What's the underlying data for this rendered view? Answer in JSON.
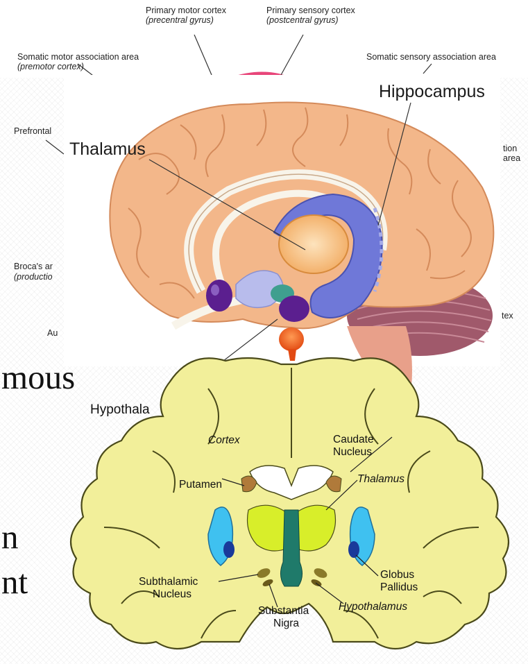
{
  "colors": {
    "brain_tan": "#f3b78a",
    "limbic_blue": "#6f78d8",
    "thalamus_orange": "#f6b46b",
    "amygdala_purple": "#5b1f8f",
    "hypothalamus_red": "#e8521e",
    "cerebellum": "#a0596b",
    "coronal_yellow": "#f2ef9a",
    "putamen_cyan": "#3fc1f0",
    "thalamus_green": "#d8ee2a"
  },
  "top_labels": {
    "primary_motor": "Primary motor cortex",
    "primary_motor_sub": "(precentral gyrus)",
    "primary_sensory": "Primary sensory cortex",
    "primary_sensory_sub": "(postcentral gyrus)",
    "somatic_motor": "Somatic motor association area",
    "somatic_motor_sub": "(premotor cortex)",
    "somatic_sensory": "Somatic sensory association area",
    "prefrontal": "Prefrontal",
    "broca": "Broca's ar",
    "broca_sub": "(productio",
    "auditory": "Au",
    "right_tion": "tion",
    "right_area": "area",
    "right_tex": "tex"
  },
  "limbic_labels": {
    "hippocampus": "Hippocampus",
    "thalamus": "Thalamus",
    "hypothalamus": "Hypothala"
  },
  "coronal_labels": {
    "cortex": "Cortex",
    "caudate": "Caudate",
    "caudate_2": "Nucleus",
    "putamen": "Putamen",
    "thalamus": "Thalamus",
    "subthalamic": "Subthalamic",
    "subthalamic_2": "Nucleus",
    "globus": "Globus",
    "globus_2": "Pallidus",
    "substantia": "Substantia",
    "substantia_2": "Nigra",
    "hypothalamus": "Hypothalamus"
  },
  "slide_text": {
    "line1": "mous",
    "line2": "n",
    "line3": "nt"
  }
}
